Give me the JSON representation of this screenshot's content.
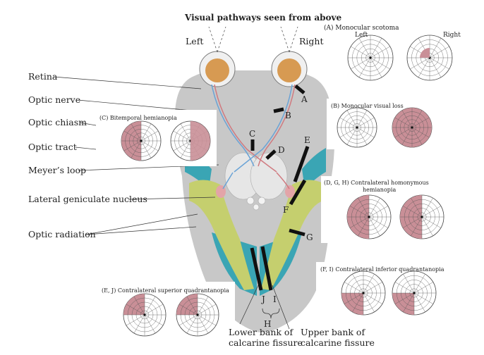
{
  "title": "Visual pathways seen from above",
  "eyes": {
    "left": "Left",
    "right": "Right"
  },
  "labels": {
    "retina": "Retina",
    "optic_nerve": "Optic nerve",
    "optic_chiasm": "Optic chiasm",
    "optic_tract": "Optic tract",
    "meyers_loop": "Meyer’s loop",
    "lgn": "Lateral geniculate nucleus",
    "optic_radiation": "Optic radiation",
    "lower_bank": "Lower bank of",
    "lower_bank2": "calcarine fissure",
    "upper_bank": "Upper bank of",
    "upper_bank2": "calcarine fissure"
  },
  "lesions": {
    "a": "A",
    "b": "B",
    "c": "C",
    "d": "D",
    "e": "E",
    "f": "F",
    "g": "G",
    "j": "J",
    "i": "I",
    "h": "H"
  },
  "panels": {
    "a": {
      "title": "(A)  Monocular scotoma",
      "left": "Left",
      "right": "Right"
    },
    "b": {
      "title": "(B)  Monocular visual loss"
    },
    "c": {
      "title": "(C)  Bitemporal hemianopia"
    },
    "dgh": {
      "title": "(D, G, H)  Contralateral homonymous",
      "title2": "hemianopia"
    },
    "fi": {
      "title": "(F, I)  Contralateral inferior quadrantanopia"
    },
    "ej": {
      "title": "(E, J)  Contralateral superior quadrantanopia"
    }
  },
  "colors": {
    "deficit": "#c98f97",
    "brain": "#c8c8c8",
    "radiation": "#c5cf6e",
    "cortex": "#3aa5b4",
    "lgn": "#e3a4a8",
    "lesion": "#111111"
  }
}
